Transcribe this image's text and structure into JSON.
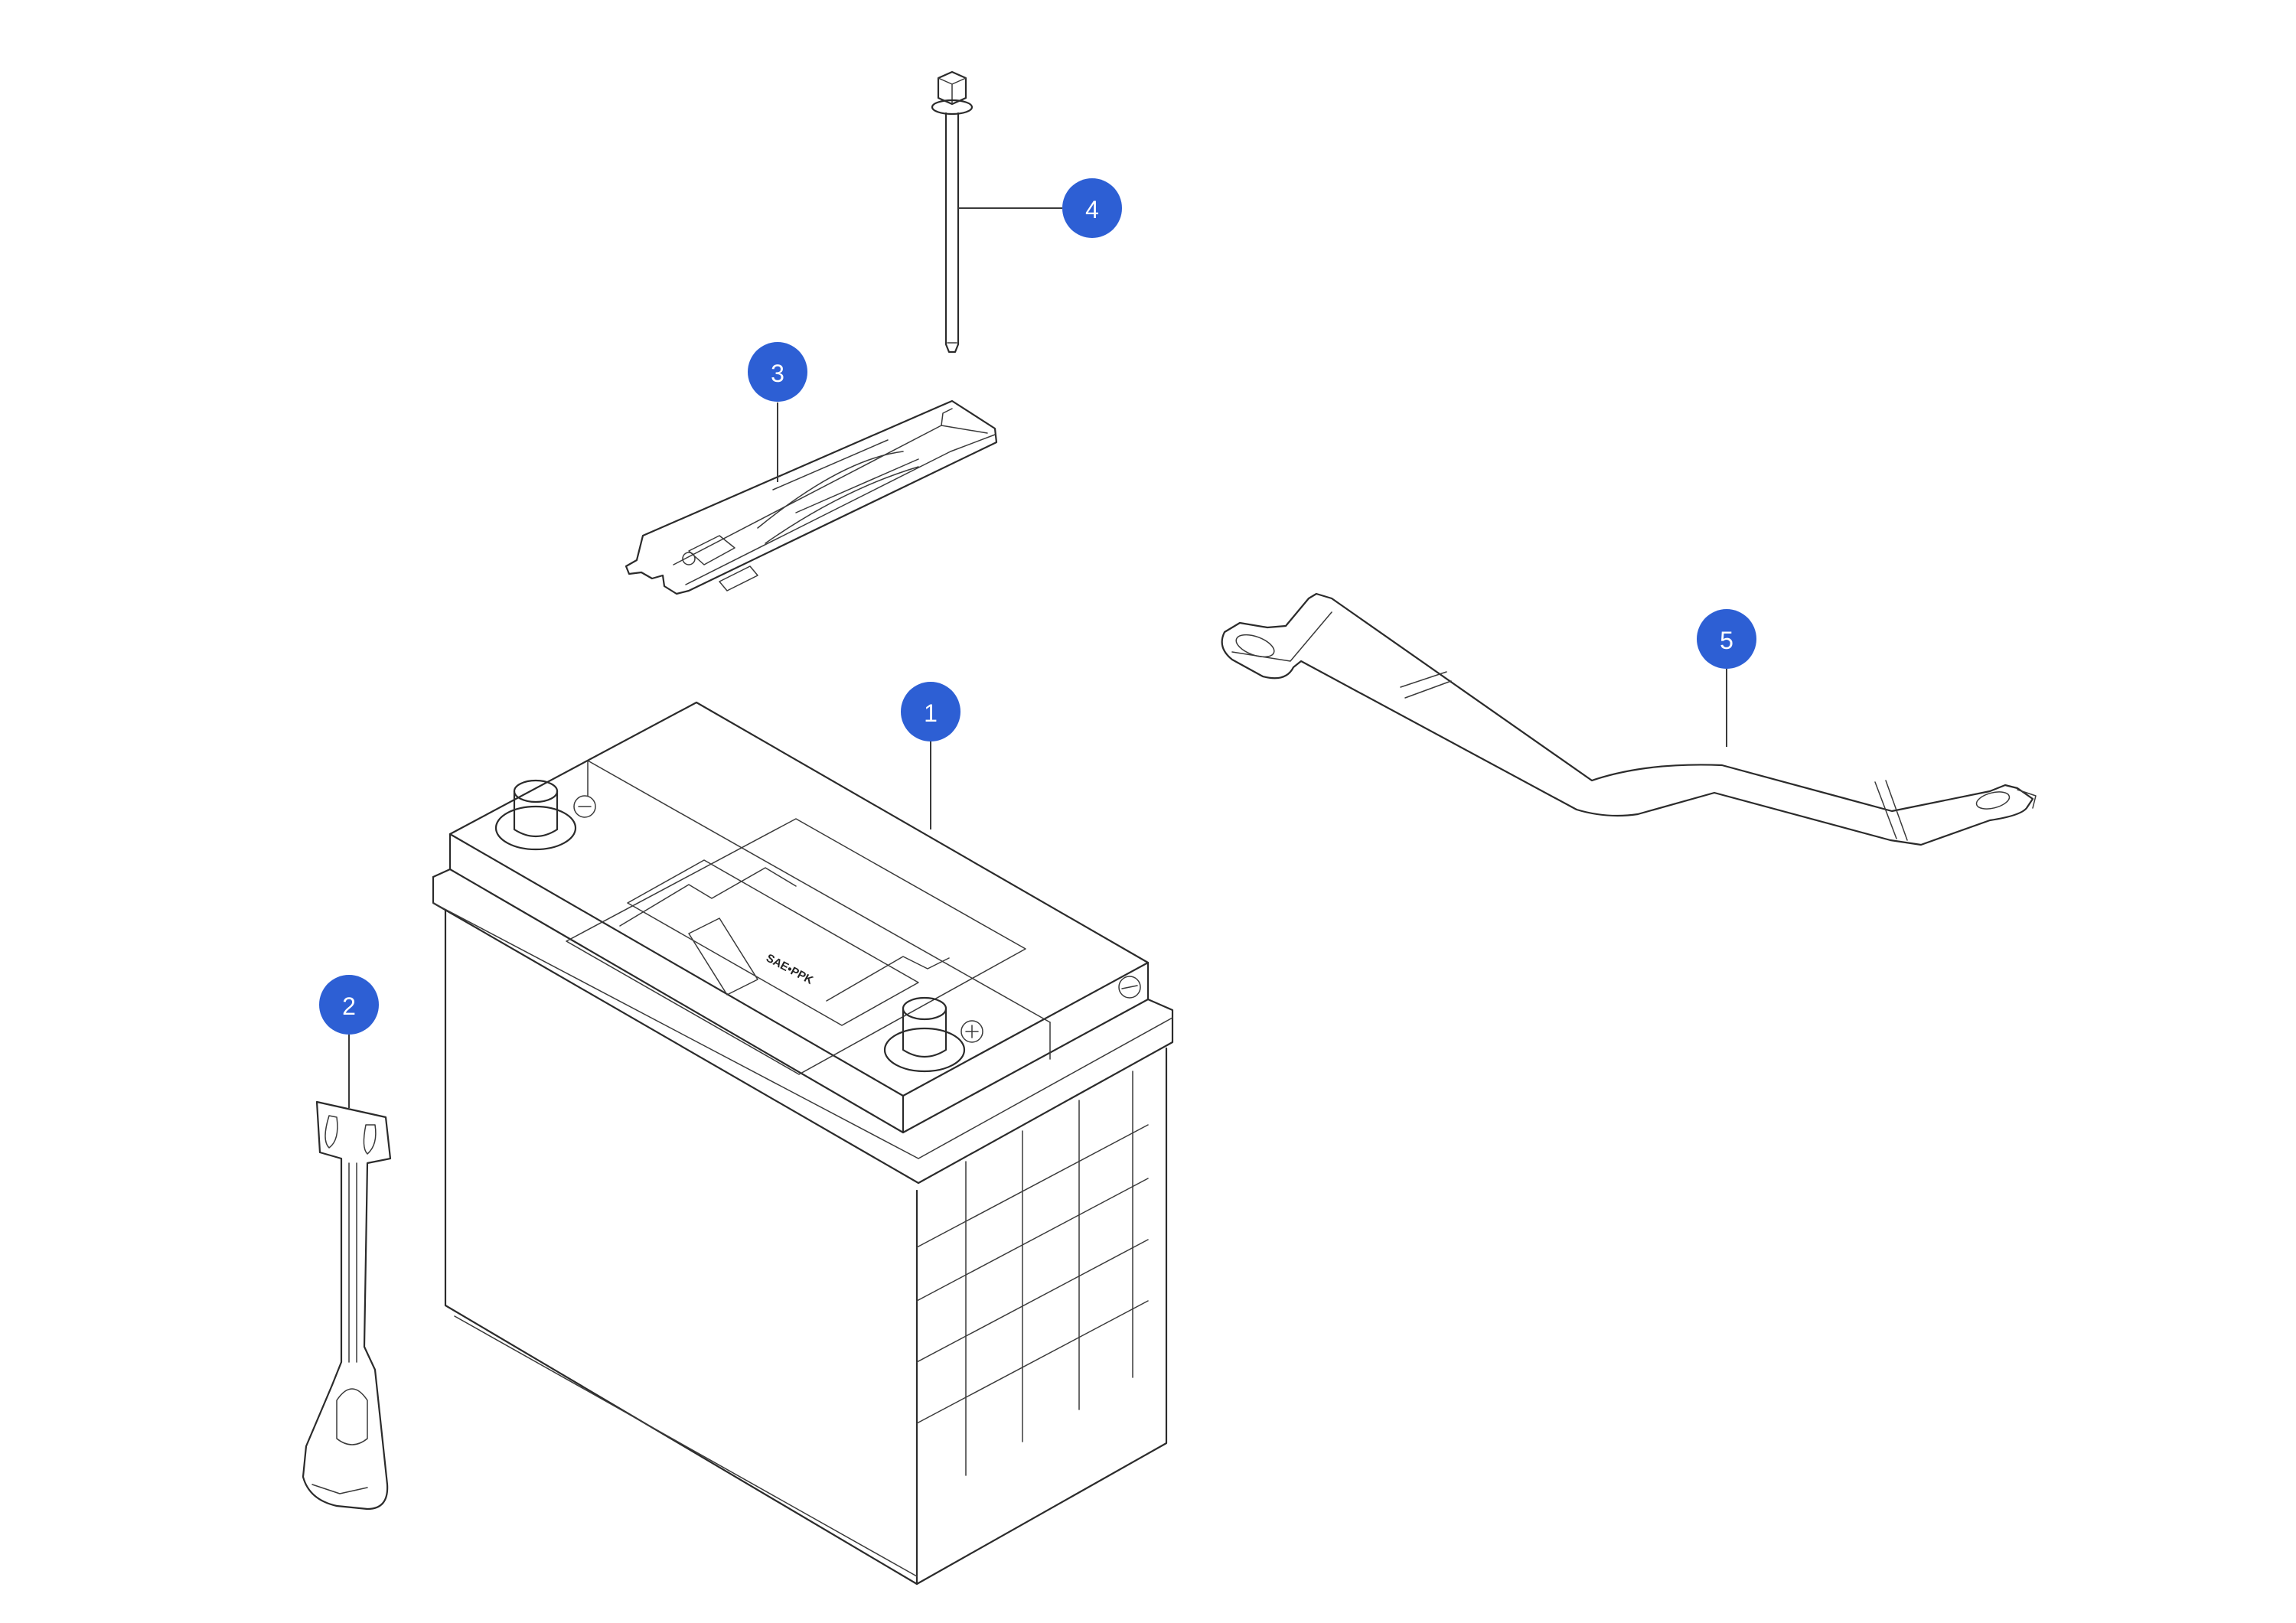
{
  "diagram": {
    "colors": {
      "callout": "#2d5fd4",
      "line": "#2b2b2b",
      "background": "#ffffff"
    },
    "battery_label": "SAE•PPK",
    "callouts": [
      {
        "id": "1",
        "label": "1",
        "part": "battery"
      },
      {
        "id": "2",
        "label": "2",
        "part": "hold-down-rod"
      },
      {
        "id": "3",
        "label": "3",
        "part": "clamp-bracket"
      },
      {
        "id": "4",
        "label": "4",
        "part": "bolt"
      },
      {
        "id": "5",
        "label": "5",
        "part": "strap-bracket"
      }
    ]
  }
}
